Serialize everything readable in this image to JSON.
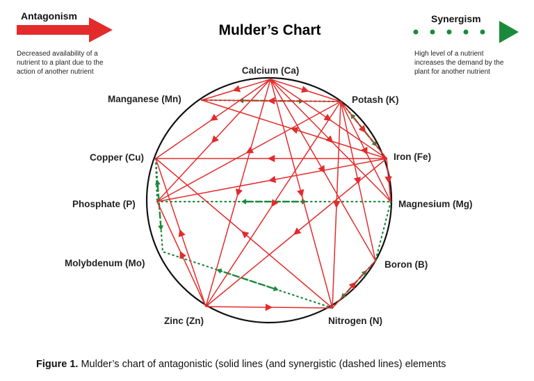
{
  "title": "Mulder’s Chart",
  "legend": {
    "antagonism": {
      "label": "Antagonism",
      "description_lines": [
        "Decreased availability of a",
        "nutrient to a plant due to the",
        "action of another nutrient"
      ],
      "color": "#e32b2b"
    },
    "synergism": {
      "label": "Synergism",
      "description_lines": [
        "High level of a nutrient",
        "increases the demand by the",
        "plant for another nutrient"
      ],
      "color": "#1a8a3a"
    }
  },
  "nodes": [
    {
      "id": "Ca",
      "label": "Calcium (Ca)"
    },
    {
      "id": "K",
      "label": "Potash (K)"
    },
    {
      "id": "Fe",
      "label": "Iron (Fe)"
    },
    {
      "id": "Mg",
      "label": "Magnesium (Mg)"
    },
    {
      "id": "B",
      "label": "Boron (B)"
    },
    {
      "id": "N",
      "label": "Nitrogen (N)"
    },
    {
      "id": "Zn",
      "label": "Zinc (Zn)"
    },
    {
      "id": "Mo",
      "label": "Molybdenum (Mo)"
    },
    {
      "id": "P",
      "label": "Phosphate (P)"
    },
    {
      "id": "Cu",
      "label": "Copper (Cu)"
    },
    {
      "id": "Mn",
      "label": "Manganese (Mn)"
    }
  ],
  "antagonism_edges": [
    [
      "Ca",
      "K"
    ],
    [
      "Ca",
      "Fe"
    ],
    [
      "Ca",
      "Mg"
    ],
    [
      "Ca",
      "B"
    ],
    [
      "Ca",
      "N"
    ],
    [
      "Ca",
      "Zn"
    ],
    [
      "Ca",
      "P"
    ],
    [
      "Ca",
      "Cu"
    ],
    [
      "Ca",
      "Mn"
    ],
    [
      "K",
      "Fe"
    ],
    [
      "K",
      "Mg"
    ],
    [
      "K",
      "B"
    ],
    [
      "K",
      "N"
    ],
    [
      "K",
      "Zn"
    ],
    [
      "K",
      "Mn"
    ],
    [
      "K",
      "P"
    ],
    [
      "Fe",
      "Cu"
    ],
    [
      "Fe",
      "Mn"
    ],
    [
      "Fe",
      "P"
    ],
    [
      "Fe",
      "Zn"
    ],
    [
      "Fe",
      "Mg"
    ],
    [
      "Zn",
      "N"
    ],
    [
      "Zn",
      "P"
    ],
    [
      "Zn",
      "Cu"
    ],
    [
      "N",
      "Cu"
    ],
    [
      "N",
      "B"
    ]
  ],
  "synergism_edges": [
    [
      "Mn",
      "K"
    ],
    [
      "K",
      "Fe"
    ],
    [
      "P",
      "Mg"
    ],
    [
      "Mg",
      "B"
    ],
    [
      "B",
      "N"
    ],
    [
      "N",
      "Mo"
    ],
    [
      "Cu",
      "Mo"
    ],
    [
      "Cu",
      "P"
    ]
  ],
  "caption": {
    "prefix": "Figure 1.",
    "text": " Mulder’s chart of antagonistic (solid lines (and synergistic (dashed lines) elements"
  }
}
